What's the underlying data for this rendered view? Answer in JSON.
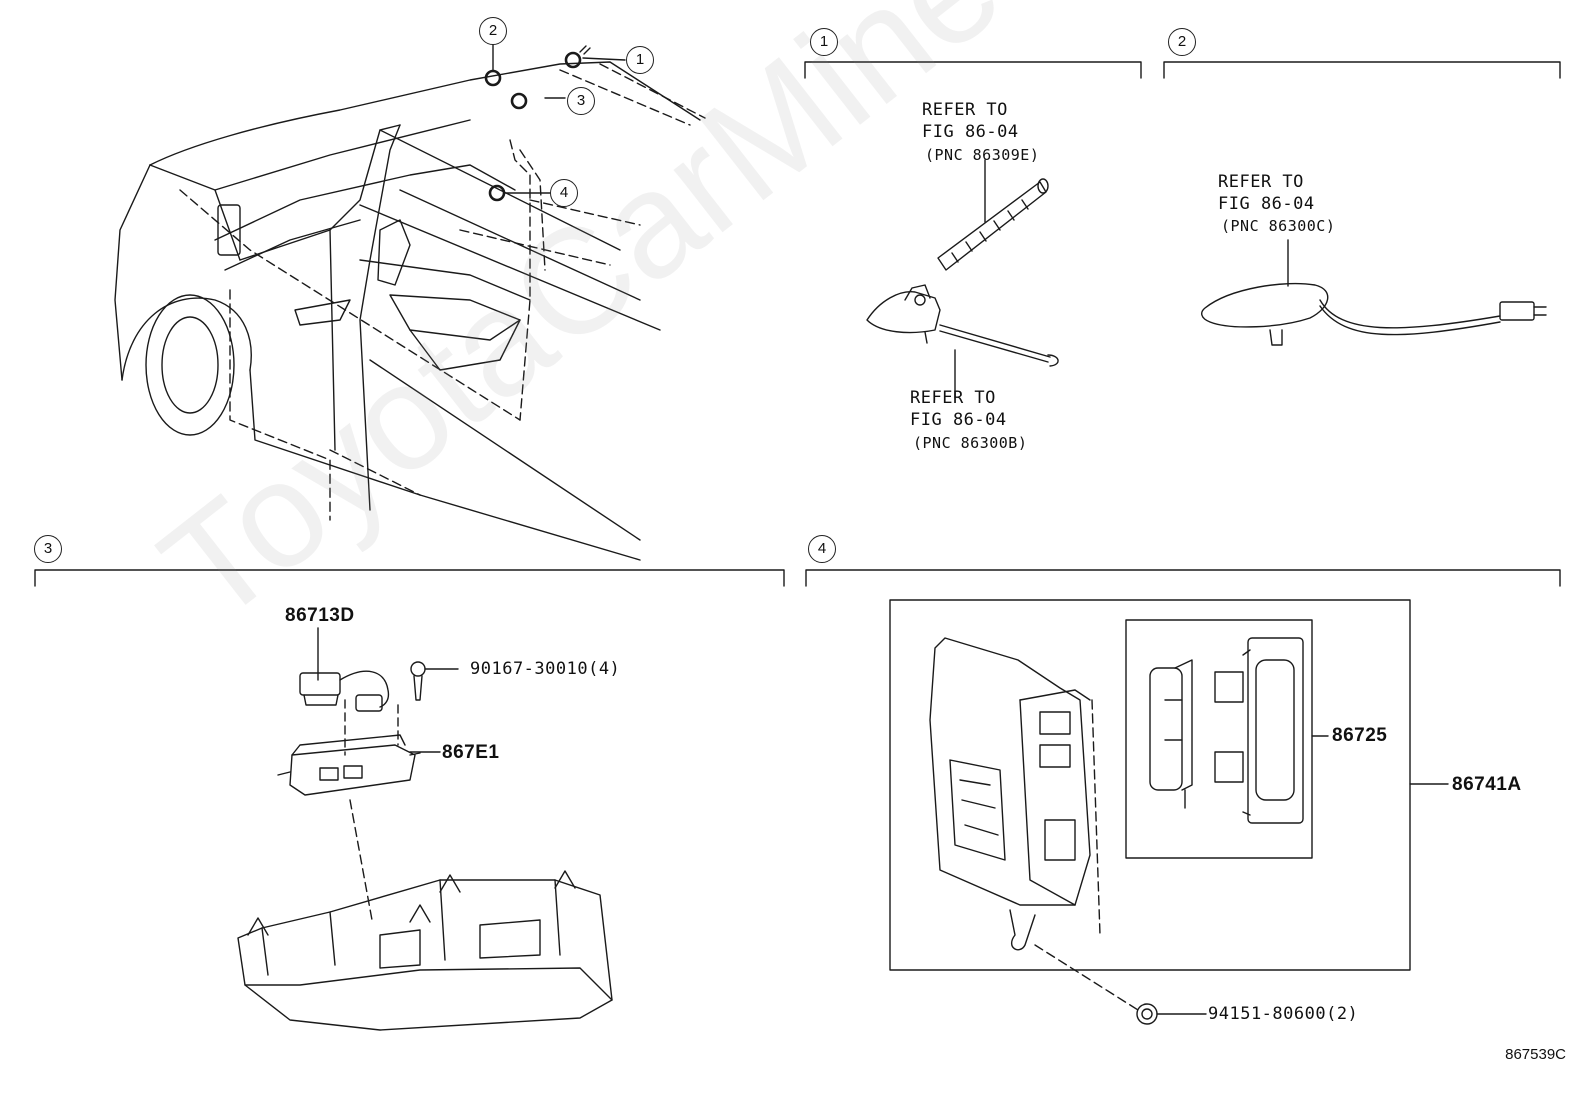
{
  "sections": [
    {
      "num": "1"
    },
    {
      "num": "2"
    },
    {
      "num": "3"
    },
    {
      "num": "4"
    }
  ],
  "overview_markers": [
    "2",
    "1",
    "3",
    "4"
  ],
  "refs": {
    "ref1a": {
      "line1": "REFER TO",
      "line2": "FIG 86-04",
      "line3": "(PNC 86309E)"
    },
    "ref1b": {
      "line1": "REFER TO",
      "line2": "FIG 86-04",
      "line3": "(PNC 86300B)"
    },
    "ref2": {
      "line1": "REFER TO",
      "line2": "FIG 86-04",
      "line3": "(PNC 86300C)"
    }
  },
  "parts": {
    "p86713D": "86713D",
    "p90167": "90167-30010(4)",
    "p867E1": "867E1",
    "p86725": "86725",
    "p86741A": "86741A",
    "p94151": "94151-80600(2)"
  },
  "watermark": "ToyotaCarMine.ru",
  "figure_id": "867539C"
}
